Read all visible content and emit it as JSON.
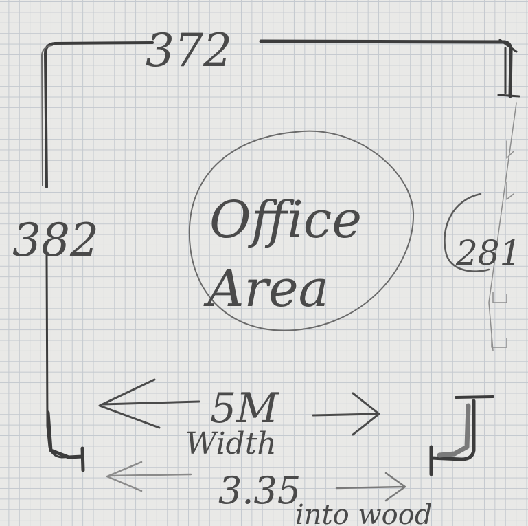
{
  "sketch": {
    "top_dimension": "372",
    "left_dimension": "382",
    "right_dimension": "281",
    "area_label_line1": "Office",
    "area_label_line2": "Area",
    "width_value": "5M",
    "width_word": "Width",
    "depth_value": "3.35",
    "depth_note": "into wood"
  },
  "colors": {
    "paper": "#e9e9e7",
    "grid": "#c4c9cf",
    "pencil_dark": "#3c3c3c",
    "pencil_mid": "#5a5a5a",
    "pencil_light": "#8e8e8e"
  }
}
